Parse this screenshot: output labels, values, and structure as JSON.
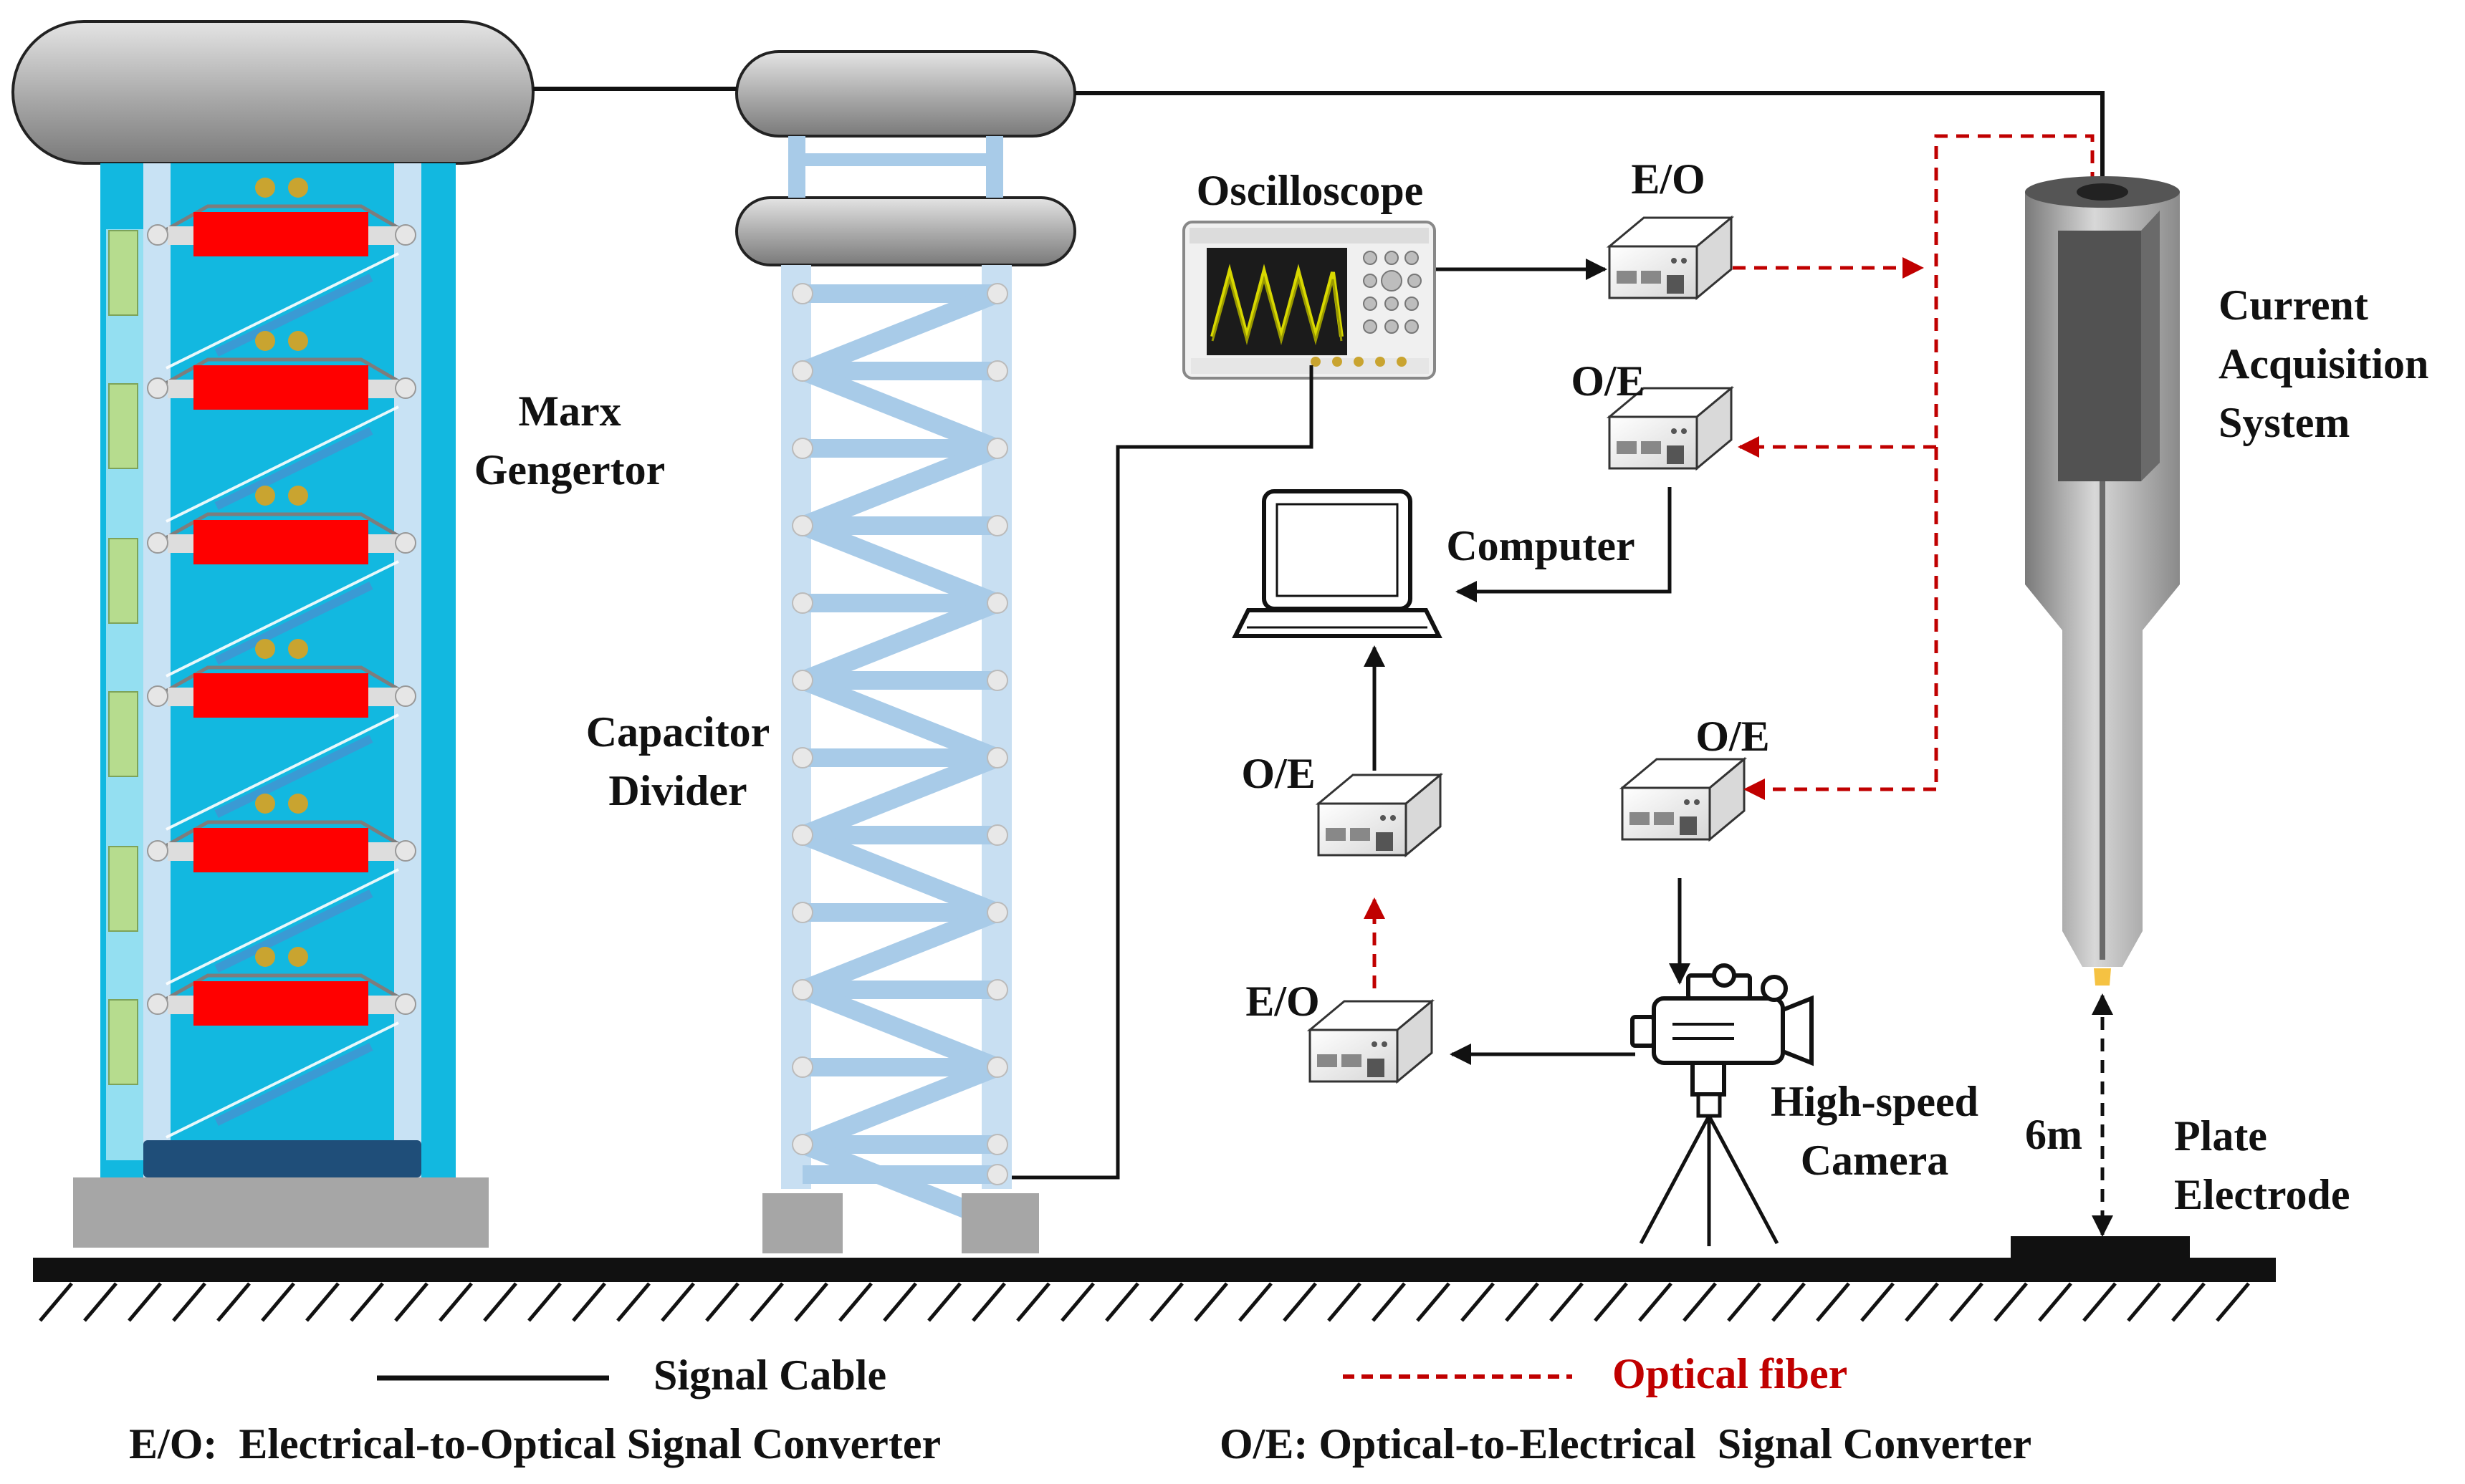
{
  "labels": {
    "marx_line1": "Marx",
    "marx_line2": "Gengertor",
    "capacitor_line1": "Capacitor",
    "capacitor_line2": "Divider",
    "oscilloscope": "Oscilloscope",
    "eo_top": "E/O",
    "oe_mid": "O/E",
    "computer": "Computer",
    "current_line1": "Current",
    "current_line2": "Acquisition",
    "current_line3": "System",
    "oe_left": "O/E",
    "oe_right": "O/E",
    "eo_bottom": "E/O",
    "camera_line1": "High-speed",
    "camera_line2": "Camera",
    "distance": "6m",
    "plate_line1": "Plate",
    "plate_line2": "Electrode"
  },
  "legend": {
    "signal_cable": "Signal Cable",
    "optical_fiber": "Optical fiber",
    "eo_def": "E/O:  Electrical-to-Optical Signal Converter",
    "oe_def": "O/E: Optical-to-Electrical  Signal Converter"
  },
  "colors": {
    "marx_blue": "#12b8e0",
    "capacitor_red": "#ff0000",
    "divider_blue": "#a8cbe8",
    "fiber_red": "#c00000",
    "ground": "#111111"
  },
  "icons": [
    "oscilloscope-icon",
    "converter-box-icon",
    "laptop-icon",
    "camera-icon",
    "tripod-icon"
  ]
}
